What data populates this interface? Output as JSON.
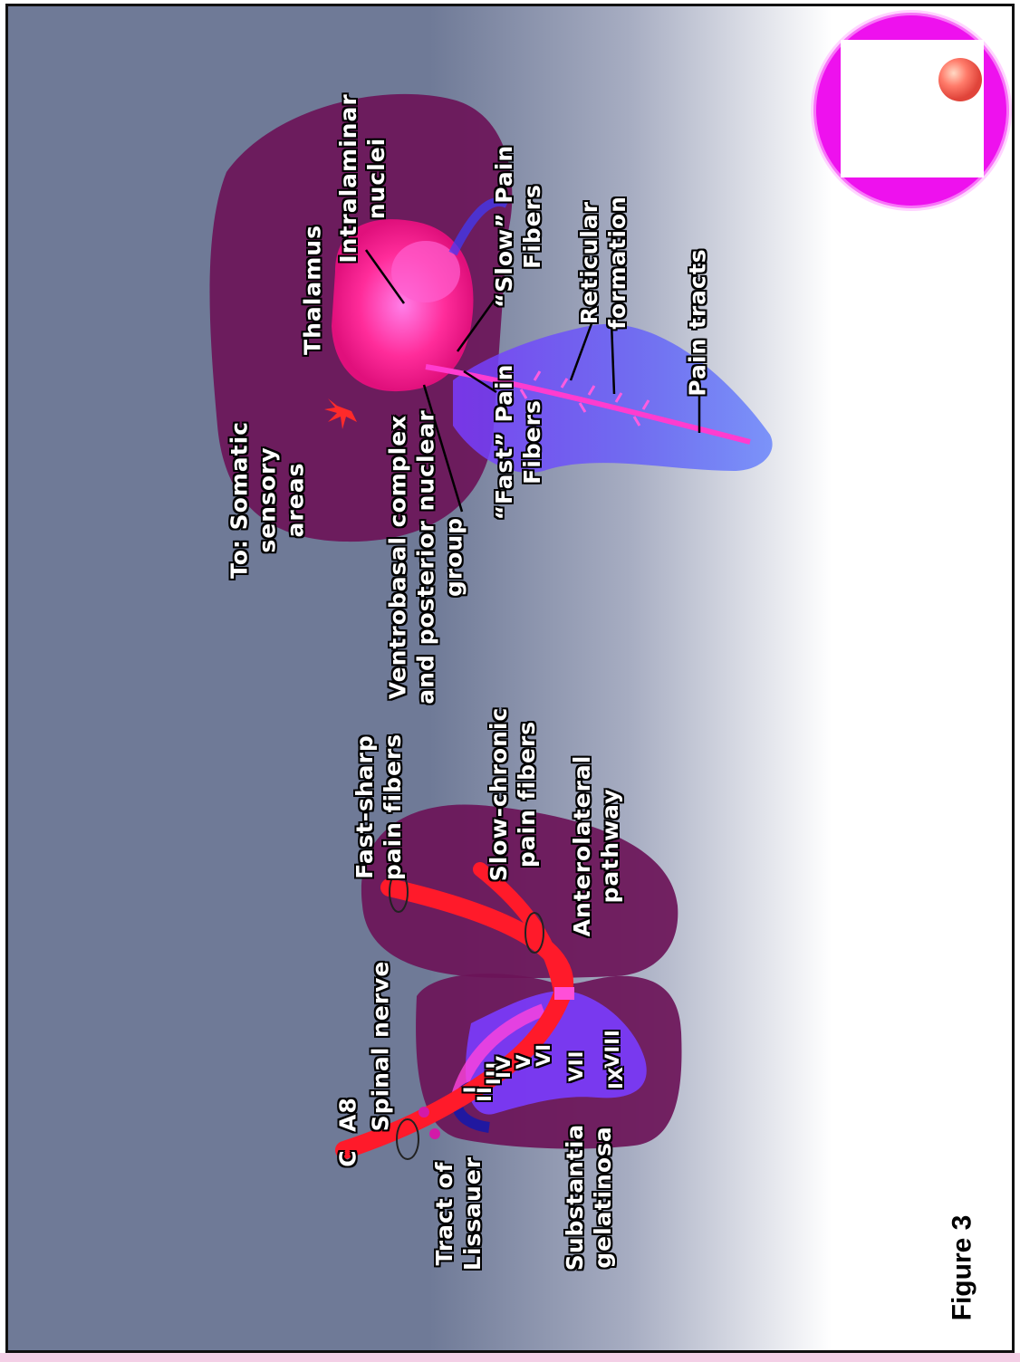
{
  "figure_caption": "Figure 3",
  "colors": {
    "bg_top": "#6f7a97",
    "bg_bottom": "#ffffff",
    "cord_fill": "#6b1458",
    "pain_red": "#ff1a2a",
    "thalamus_pink": "#ff2c9a",
    "brainstem_blue": "#5a44ff",
    "logo_magenta": "#ee11ee"
  },
  "spinal_labels": {
    "c_a8": "C  A8",
    "spinal_nerve": "Spinal nerve",
    "tract_of_lissauer": "Tract of\nLissauer",
    "substantia_gelatinosa": "Substantia\ngelatinosa",
    "fast_sharp": "Fast-sharp\npain fibers",
    "slow_chronic": "Slow-chronic\npain fibers",
    "anterolateral": "Anterolateral\npathway"
  },
  "laminae": [
    "I",
    "II",
    "III",
    "IV",
    "V",
    "VI",
    "VII",
    "VIII",
    "IX"
  ],
  "brain_labels": {
    "to_somatic": "To: Somatic\nsensory\nareas",
    "thalamus": "Thalamus",
    "intralaminar": "Intralaminar\nnuclei",
    "ventrobasal": "Ventrobasal complex\nand posterior nuclear\ngroup",
    "slow_fibers": "“Slow” Pain\nFibers",
    "fast_fibers": "“Fast” Pain\nFibers",
    "reticular": "Reticular\nformation",
    "pain_tracts": "Pain tracts"
  },
  "logo": {
    "name": "circle-square-ball-logo"
  }
}
